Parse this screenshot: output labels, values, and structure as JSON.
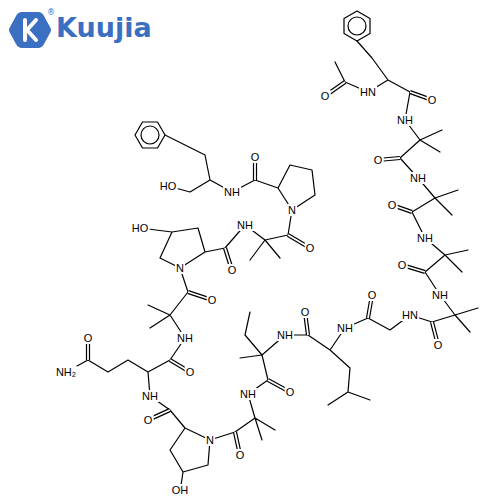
{
  "diagram": {
    "labels": [
      "Kuujia",
      "®",
      "HN",
      "O",
      "O",
      "NH",
      "O",
      "NH",
      "O",
      "NH",
      "O",
      "NH",
      "O",
      "HN",
      "O",
      "NH",
      "O",
      "NH",
      "O",
      "NH",
      "O",
      "N",
      "OH",
      "O",
      "NH",
      "O",
      "NH₂",
      "O",
      "NH",
      "O",
      "N",
      "HO",
      "O",
      "NH",
      "O",
      "N",
      "O",
      "NH",
      "HO"
    ]
  }
}
